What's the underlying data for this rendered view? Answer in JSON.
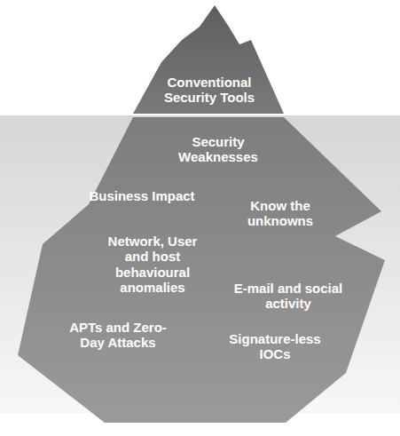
{
  "diagram": {
    "nodes": [
      {
        "text": [
          "Conventional Security Tools"
        ]
      },
      {
        "text": [
          "Security Weaknesses",
          "Business Impact",
          "Know the unknowns",
          "Network, User and host behavioural anomalies",
          "E-mail and social activity",
          "APTs and Zero-Day Attacks",
          "Signature-less IOCs"
        ]
      }
    ]
  }
}
